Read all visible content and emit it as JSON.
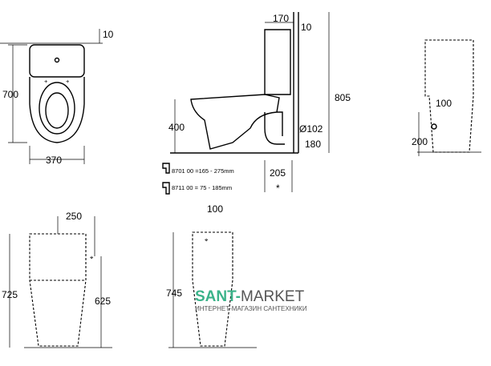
{
  "top_view": {
    "dim_top": "10",
    "dim_height": "700",
    "dim_width": "370"
  },
  "side_view": {
    "dim_tank": "170",
    "dim_wall": "10",
    "dim_total_height": "805",
    "dim_seat": "400",
    "dim_pipe": "Ø102",
    "dim_pipe_height": "180",
    "dim_outlet": "205",
    "dim_star": "*",
    "note_1": "8701 00 =165 - 275mm",
    "note_2": "8711 00 = 75 - 185mm"
  },
  "right_view": {
    "dim_offset": "100",
    "dim_height": "200"
  },
  "front_view_1": {
    "dim_width": "250",
    "dim_height": "725",
    "dim_inlet": "625"
  },
  "front_view_2": {
    "dim_offset": "100",
    "dim_height": "745"
  },
  "watermark": {
    "brand_a": "SANT-",
    "brand_b": "MARKET",
    "tagline": "ИНТЕРНЕТ-МАГАЗИН САНТЕХНИКИ",
    "color": "#3bb38a"
  }
}
